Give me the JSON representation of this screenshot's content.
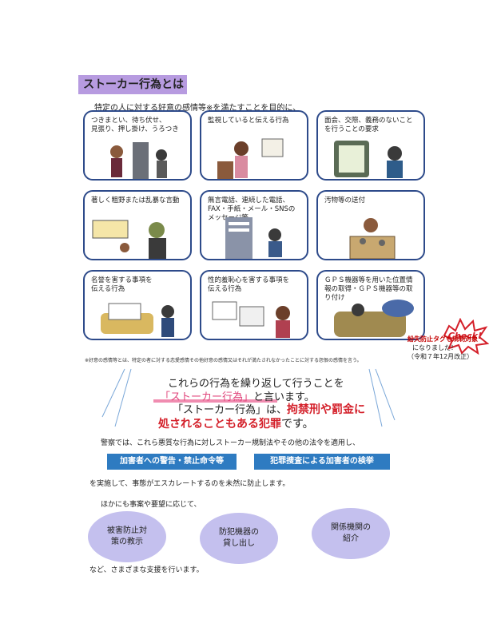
{
  "title": "ストーカー行為とは",
  "intro": "特定の人に対する好意の感情等※を満たすことを目的に、",
  "cards": [
    {
      "text": "つきまとい、待ち伏せ、\n見張り、押し掛け、うろつき"
    },
    {
      "text": "監視していると伝える行為"
    },
    {
      "text": "面会、交際、義務のないこと\nを行うことの要求"
    },
    {
      "text": "著しく粗野または乱暴な言動"
    },
    {
      "text": "無言電話、連続した電話、\nFAX・手紙・メール・SNSの\nメッセージ等"
    },
    {
      "text": "汚物等の送付"
    },
    {
      "text": "名誉を害する事項を\n伝える行為"
    },
    {
      "text": "性的羞恥心を害する事項を\n伝える行為"
    },
    {
      "text": "ＧＰＳ機器等を用いた位置情\n報の取得・ＧＰＳ機器等の取\nり付け"
    }
  ],
  "footnote": "※好意の感情等とは、特定の者に対する恋愛感情その他好意の感情又はそれが満たされなかったことに対する怨恨の感情を言う。",
  "check": {
    "bubble": "Check!",
    "line1": "紛失防止タグも規制対象",
    "line2": "になりました！",
    "line3": "（令和７年12月改正）"
  },
  "lead": {
    "l1": "これらの行為を繰り返して行うことを",
    "l2_quote": "「ストーカー行為」",
    "l2_rest": "と言います。",
    "l3_a": "「ストーカー行為」は、",
    "l3_red": "拘禁刑や罰金に",
    "l4_red": "処されることもある犯罪",
    "l4_rest": "です。"
  },
  "police": "警察では、これら悪質な行為に対しストーカー規制法やその他の法令を適用し、",
  "buttons": {
    "warning": "加害者への警告・禁止命令等",
    "arrest": "犯罪捜査による加害者の検挙"
  },
  "prevent": "を実施して、事態がエスカレートするのを未然に防止します。",
  "other": "ほかにも事案や要望に応じて、",
  "ellipses": [
    {
      "text": "被害防止対\n策の教示"
    },
    {
      "text": "防犯機器の\n貸し出し"
    },
    {
      "text": "関係機関の\n紹介"
    }
  ],
  "closing": "など、さまざまな支援を行います。",
  "colors": {
    "title_bg": "#b79be0",
    "card_border": "#2d4a8a",
    "button_bg": "#2e7bc1",
    "ellipse_bg": "#c4c0ee",
    "red": "#d4202a"
  }
}
